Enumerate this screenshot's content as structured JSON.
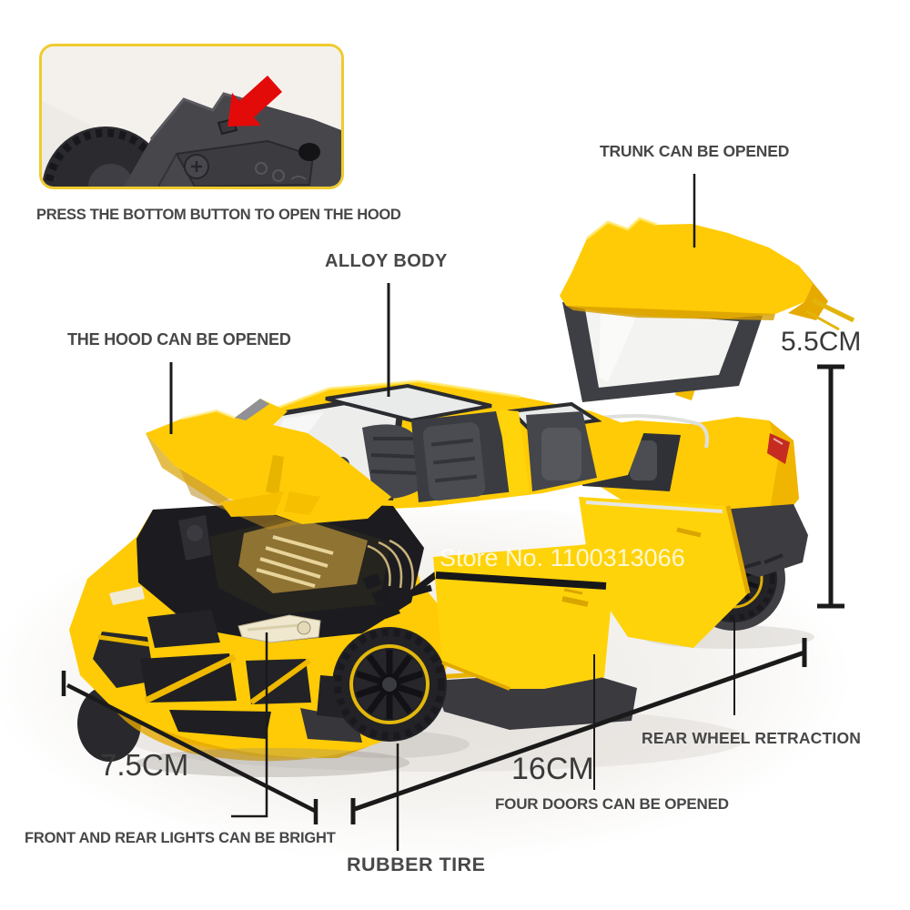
{
  "inset": {
    "caption": "PRESS THE BOTTOM BUTTON TO OPEN THE HOOD"
  },
  "watermark": {
    "text": "Store No. 1100313066"
  },
  "callouts": {
    "trunk": "TRUNK CAN BE OPENED",
    "alloy_body": "ALLOY BODY",
    "hood": "THE HOOD CAN BE OPENED",
    "rear_wheel": "REAR WHEEL RETRACTION",
    "four_doors": "FOUR DOORS CAN BE OPENED",
    "lights": "FRONT AND REAR LIGHTS CAN BE BRIGHT",
    "rubber_tire": "RUBBER TIRE"
  },
  "measurements": {
    "height": "5.5CM",
    "hood_width": "7.5CM",
    "length": "16CM"
  },
  "colors": {
    "car_yellow": "#FFCB06",
    "door_yellow": "#FFD30A",
    "arrow_red": "#E30A0A",
    "taillight_red": "#C62B22",
    "label_text": "#474747",
    "line_black": "#1A1A1A"
  }
}
